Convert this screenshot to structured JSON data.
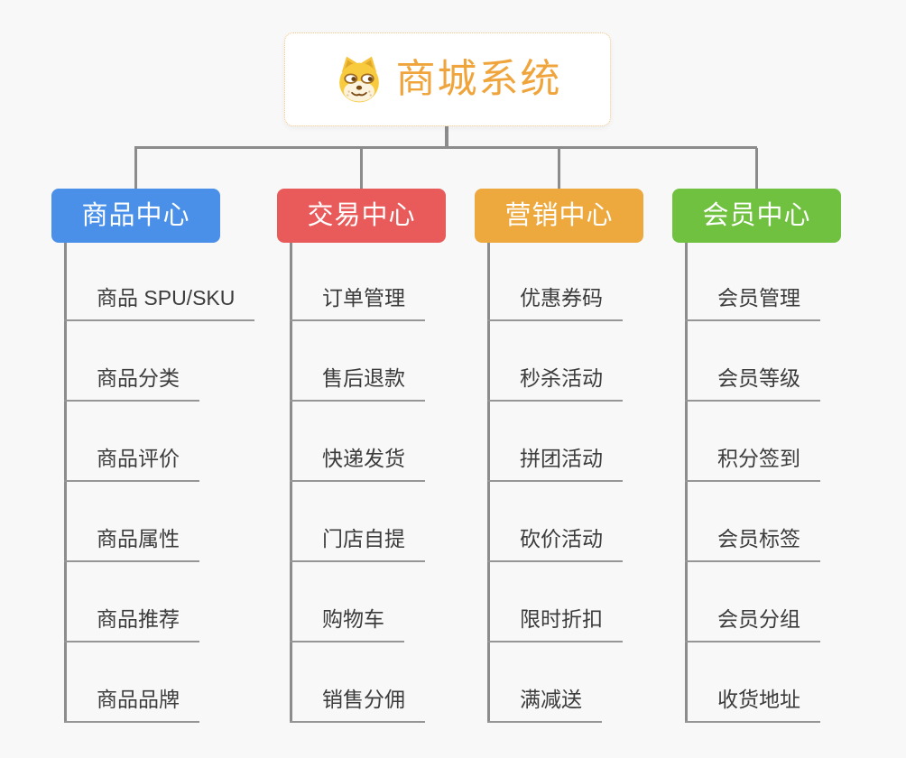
{
  "root": {
    "title": "商城系统",
    "icon": "dog-face-icon",
    "title_color": "#F0A43C",
    "border_color": "#F4C583"
  },
  "branches": [
    {
      "label": "商品中心",
      "color": "#4A90E8",
      "children": [
        "商品 SPU/SKU",
        "商品分类",
        "商品评价",
        "商品属性",
        "商品推荐",
        "商品品牌"
      ]
    },
    {
      "label": "交易中心",
      "color": "#E95B5B",
      "children": [
        "订单管理",
        "售后退款",
        "快递发货",
        "门店自提",
        "购物车",
        "销售分佣"
      ]
    },
    {
      "label": "营销中心",
      "color": "#EDA93D",
      "children": [
        "优惠券码",
        "秒杀活动",
        "拼团活动",
        "砍价活动",
        "限时折扣",
        "满减送"
      ]
    },
    {
      "label": "会员中心",
      "color": "#6FC13F",
      "children": [
        "会员管理",
        "会员等级",
        "积分签到",
        "会员标签",
        "会员分组",
        "收货地址"
      ]
    }
  ],
  "colors": {
    "background": "#F8F8F8",
    "connector": "#8C8C8C",
    "child_underline": "#969696",
    "child_text": "#3C3C3C",
    "branch_text": "#FFFFFF"
  }
}
